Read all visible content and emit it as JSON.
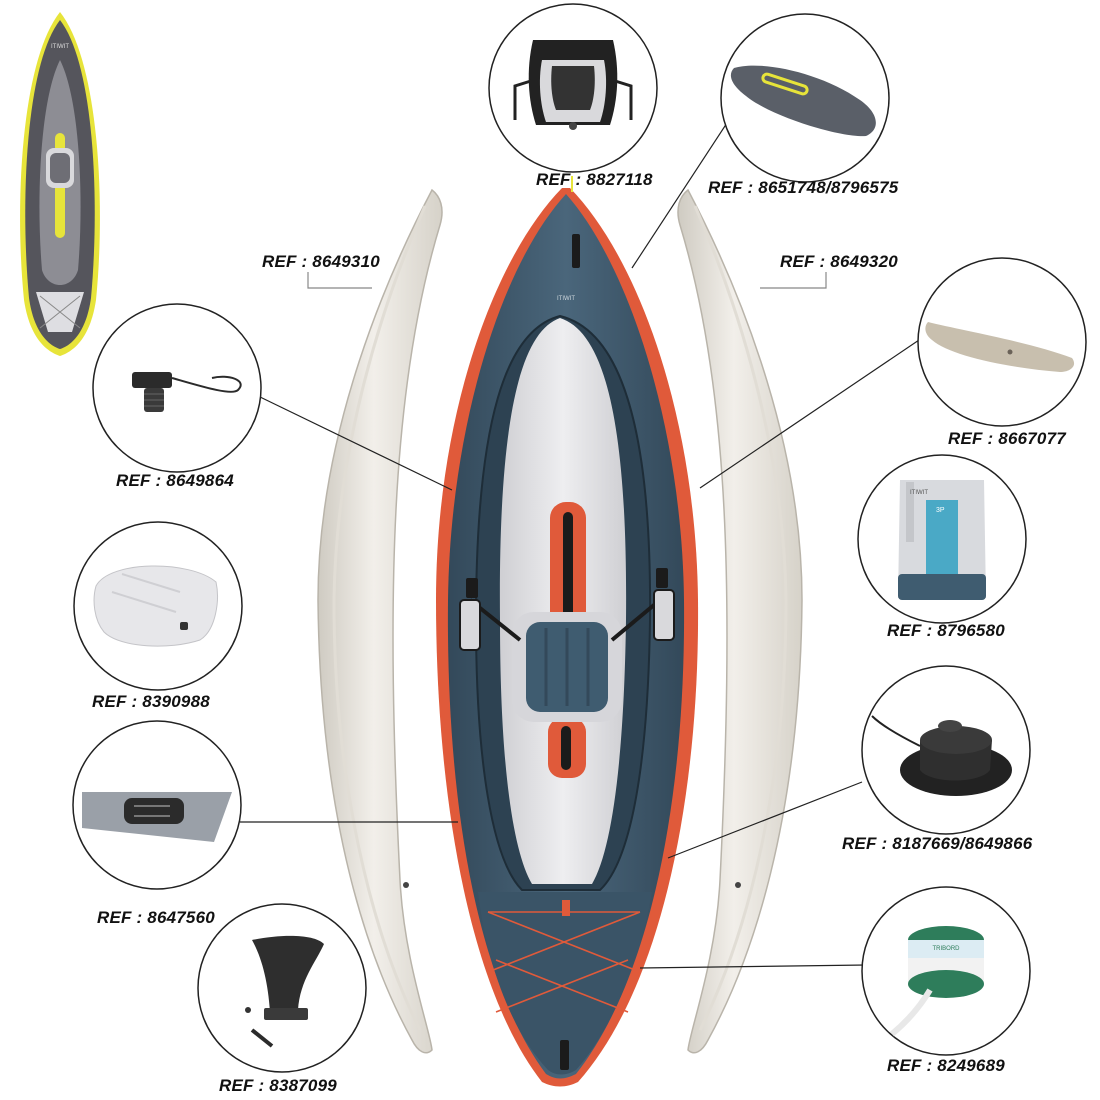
{
  "refs": {
    "seat_backrest": "REF : 8827118",
    "deck_cover": "REF : 8651748/8796575",
    "left_float": "REF : 8649310",
    "right_float": "REF : 8649320",
    "valve": "REF : 8649864",
    "stiffener": "REF : 8667077",
    "seat_cushion": "REF : 8390988",
    "bag": "REF : 8796580",
    "patch": "REF : 8647560",
    "pump_valve": "REF : 8187669/8649866",
    "fin": "REF : 8387099",
    "cord": "REF : 8249689"
  },
  "product_marks": {
    "brand_on_kayak": "ITIWIT",
    "bag_brand": "ITIWIT",
    "bag_size": "3P",
    "spool_brand": "TRIBORD"
  },
  "colors": {
    "hull_blue": "#3f5c70",
    "accent_orange": "#e05a3a",
    "float_white": "#ece9e2",
    "thumb_yellow": "#e7e43a",
    "thumb_grey": "#55555c",
    "callout_line": "#222222"
  }
}
